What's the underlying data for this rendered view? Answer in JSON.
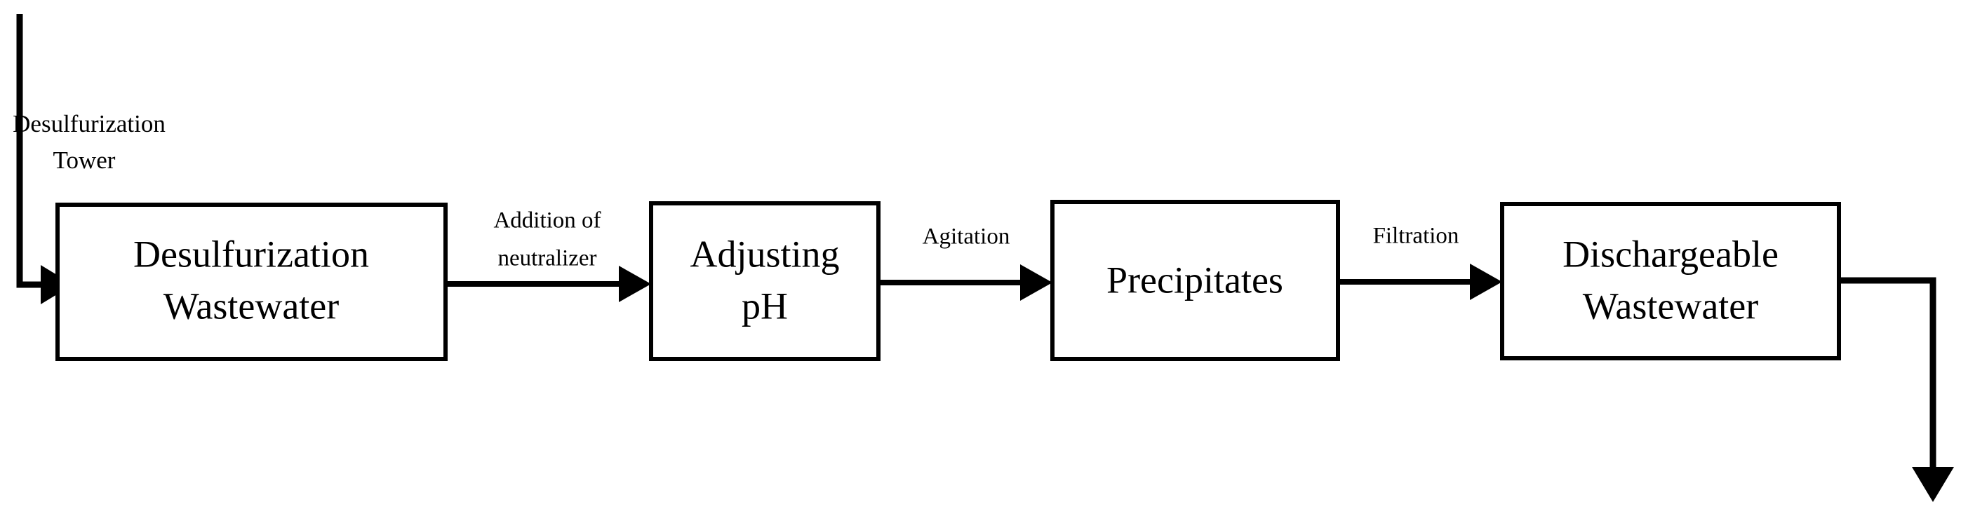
{
  "diagram": {
    "type": "process-flow",
    "orientation": "left-to-right",
    "background_color": "#ffffff",
    "stroke_color": "#000000",
    "source": {
      "label_line1": "Desulfurization",
      "label_line2": "Tower",
      "icon_name": "inlet-pipe-line"
    },
    "nodes": [
      {
        "id": "desulfurization-wastewater",
        "label_line1": "Desulfurization",
        "label_line2": "Wastewater"
      },
      {
        "id": "adjusting-ph",
        "label_line1": "Adjusting",
        "label_line2": "pH"
      },
      {
        "id": "precipitates",
        "label_line1": "Precipitates",
        "label_line2": ""
      },
      {
        "id": "dischargeable-wastewater",
        "label_line1": "Dischargeable",
        "label_line2": "Wastewater"
      }
    ],
    "edges": [
      {
        "id": "edge-inlet",
        "from": "desulfurization-tower",
        "to": "desulfurization-wastewater",
        "label_line1": "",
        "label_line2": ""
      },
      {
        "id": "edge-addition-of-neutralizer",
        "from": "desulfurization-wastewater",
        "to": "adjusting-ph",
        "label_line1": "Addition of",
        "label_line2": "neutralizer"
      },
      {
        "id": "edge-agitation",
        "from": "adjusting-ph",
        "to": "precipitates",
        "label_line1": "Agitation",
        "label_line2": ""
      },
      {
        "id": "edge-filtration",
        "from": "precipitates",
        "to": "dischargeable-wastewater",
        "label_line1": "Filtration",
        "label_line2": ""
      },
      {
        "id": "edge-outlet",
        "from": "dischargeable-wastewater",
        "to": "discharge",
        "label_line1": "",
        "label_line2": ""
      }
    ]
  }
}
